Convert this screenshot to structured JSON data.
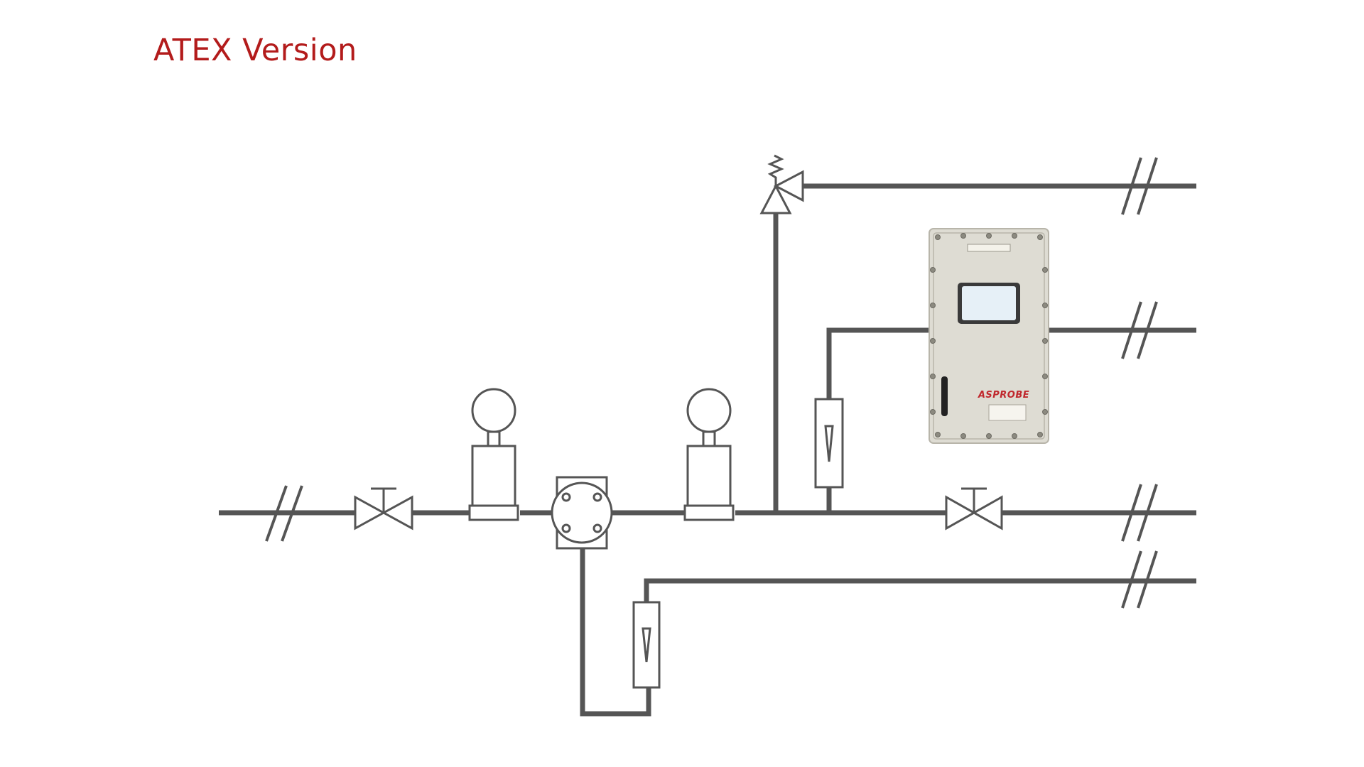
{
  "title": "ATEX Version",
  "analyzer": {
    "logo": "ASPROBE"
  },
  "colors": {
    "title": "#b31b1b",
    "pipe": "#555555",
    "enclosure_body": "#dedcd3",
    "enclosure_edge": "#b8b5aa",
    "screen": "#e6f0f7",
    "logo": "#c0282d"
  },
  "components": [
    "gate-valve-inlet",
    "pressure-gauge-1",
    "filter-housing",
    "pressure-gauge-2",
    "relief-valve",
    "flowmeter-bypass",
    "flowmeter-analyzer",
    "gate-valve-outlet",
    "gas-analyzer-enclosure"
  ]
}
